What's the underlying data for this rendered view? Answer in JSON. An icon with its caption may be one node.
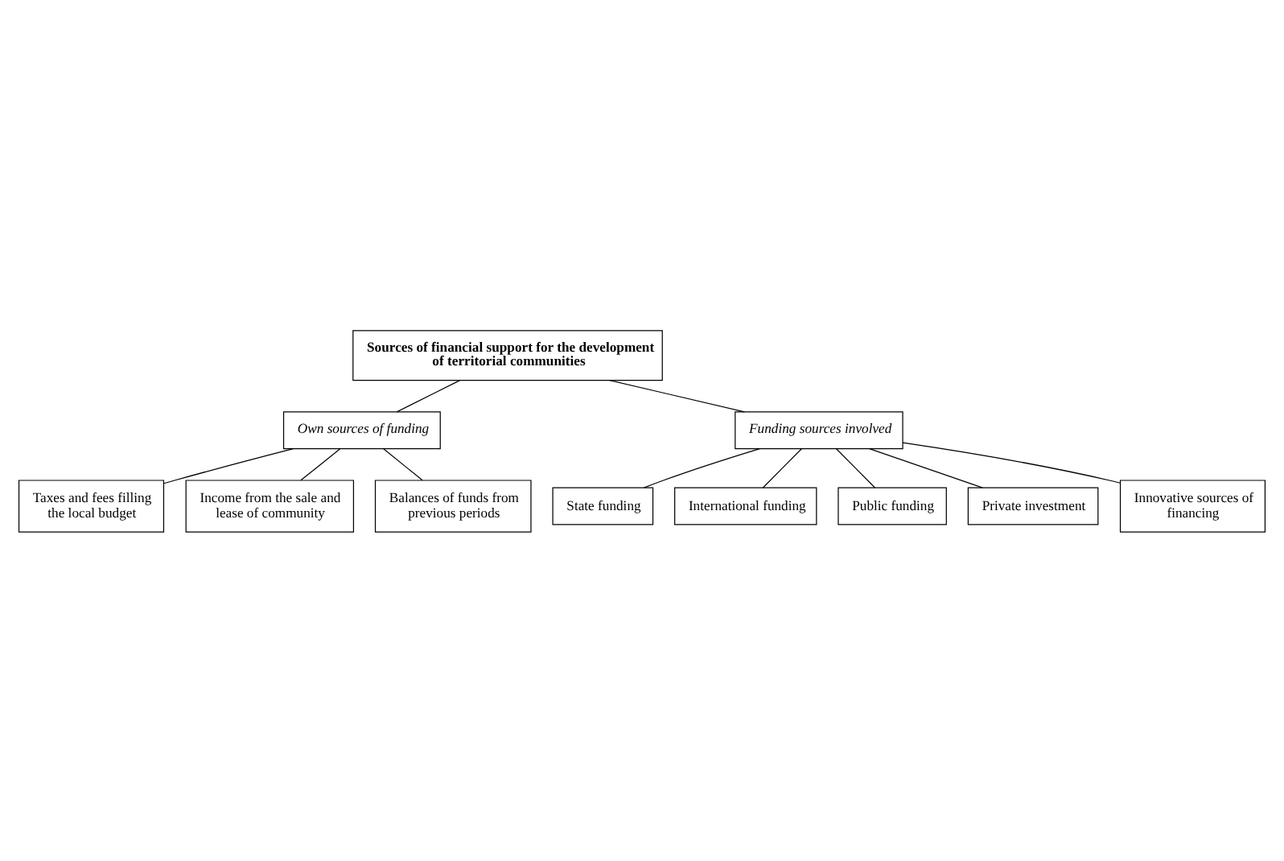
{
  "diagram": {
    "nodes": [
      {
        "text": [
          "Sources of financial support for the development of territorial communities"
        ]
      },
      {
        "text": [
          "Own sources of funding"
        ]
      },
      {
        "text": [
          "Funding sources involved"
        ]
      },
      {
        "text": [
          "Taxes and fees filling the local budget"
        ]
      },
      {
        "text": [
          "Income from the sale and lease of community"
        ]
      },
      {
        "text": [
          "Balances of funds from previous periods"
        ]
      },
      {
        "text": [
          "State funding"
        ]
      },
      {
        "text": [
          "International funding"
        ]
      },
      {
        "text": [
          "Public funding"
        ]
      },
      {
        "text": [
          "Private investment"
        ]
      },
      {
        "text": [
          "Innovative sources of financing"
        ]
      }
    ],
    "edges": [
      {
        "from": 0,
        "to": 1,
        "arrow": "none"
      },
      {
        "from": 0,
        "to": 2,
        "arrow": "none"
      },
      {
        "from": 1,
        "to": 3,
        "arrow": "none"
      },
      {
        "from": 1,
        "to": 4,
        "arrow": "none"
      },
      {
        "from": 1,
        "to": 5,
        "arrow": "none"
      },
      {
        "from": 2,
        "to": 6,
        "arrow": "none"
      },
      {
        "from": 2,
        "to": 7,
        "arrow": "none"
      },
      {
        "from": 2,
        "to": 8,
        "arrow": "none"
      },
      {
        "from": 2,
        "to": 9,
        "arrow": "none"
      },
      {
        "from": 2,
        "to": 10,
        "arrow": "none"
      }
    ]
  }
}
